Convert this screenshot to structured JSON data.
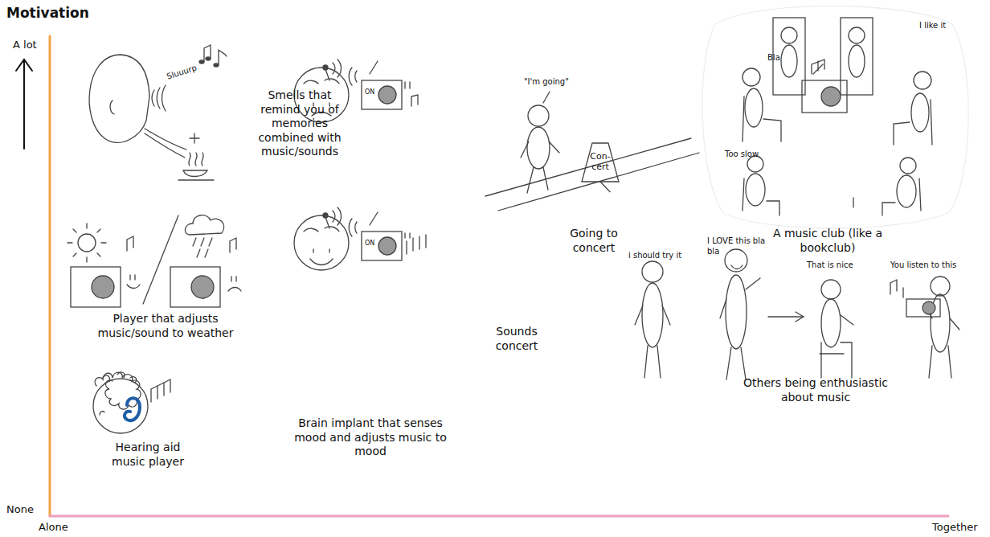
{
  "diagram": {
    "nodes": [
      {
        "text": [
          "Con- cert"
        ]
      }
    ],
    "labels": [
      "Motivation",
      "A lot",
      "None",
      "Alone",
      "Together",
      "Sluuurp",
      "Smells that remind you of memories combined with music/sounds",
      "Player that adjusts music/sound to weather",
      "Hearing aid music player",
      "ON",
      "ON",
      "Brain implant that senses mood and adjusts music to mood",
      "Sounds concert",
      "\"I'm going\"",
      "Going to concert",
      "Bla",
      "I like it",
      "Too slow",
      "A music club (like a bookclub)",
      "i should try it",
      "I LOVE this bla bla",
      "That is nice",
      "You listen to this",
      "Others being enthusiastic about music"
    ]
  }
}
